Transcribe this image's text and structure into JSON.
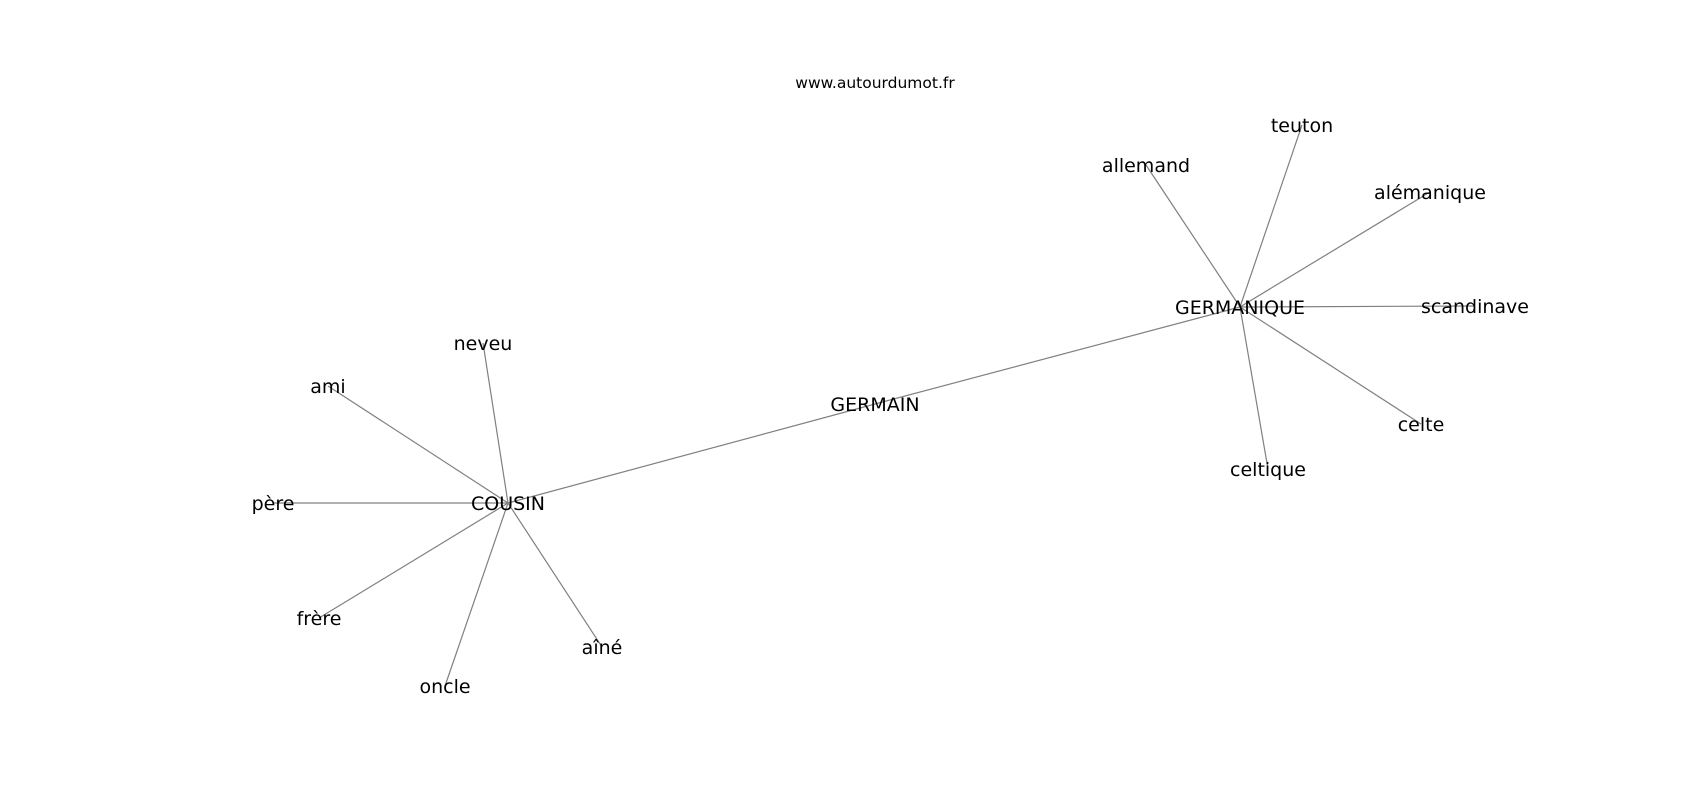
{
  "watermark": "www.autourdumot.fr",
  "graph": {
    "nodes": [
      {
        "id": "germain",
        "label": "GERMAIN"
      },
      {
        "id": "cousin",
        "label": "COUSIN"
      },
      {
        "id": "germanique",
        "label": "GERMANIQUE"
      },
      {
        "id": "neveu",
        "label": "neveu"
      },
      {
        "id": "ami",
        "label": "ami"
      },
      {
        "id": "pere",
        "label": "père"
      },
      {
        "id": "frere",
        "label": "frère"
      },
      {
        "id": "oncle",
        "label": "oncle"
      },
      {
        "id": "aine",
        "label": "aîné"
      },
      {
        "id": "allemand",
        "label": "allemand"
      },
      {
        "id": "teuton",
        "label": "teuton"
      },
      {
        "id": "alemanique",
        "label": "alémanique"
      },
      {
        "id": "scandinave",
        "label": "scandinave"
      },
      {
        "id": "celte",
        "label": "celte"
      },
      {
        "id": "celtique",
        "label": "celtique"
      }
    ],
    "edges": [
      [
        "germain",
        "cousin"
      ],
      [
        "germain",
        "germanique"
      ],
      [
        "cousin",
        "neveu"
      ],
      [
        "cousin",
        "ami"
      ],
      [
        "cousin",
        "pere"
      ],
      [
        "cousin",
        "frere"
      ],
      [
        "cousin",
        "oncle"
      ],
      [
        "cousin",
        "aine"
      ],
      [
        "germanique",
        "allemand"
      ],
      [
        "germanique",
        "teuton"
      ],
      [
        "germanique",
        "alemanique"
      ],
      [
        "germanique",
        "scandinave"
      ],
      [
        "germanique",
        "celte"
      ],
      [
        "germanique",
        "celtique"
      ]
    ]
  }
}
